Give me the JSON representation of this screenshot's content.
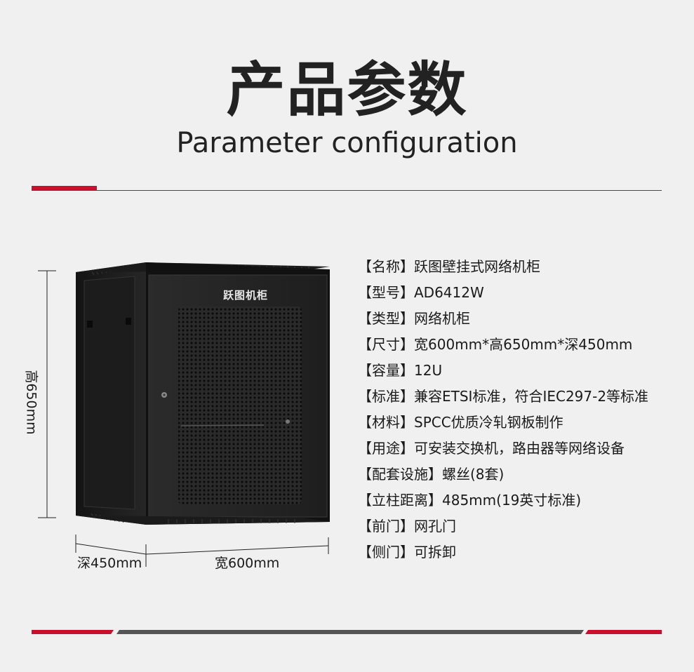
{
  "header": {
    "title_cn": "产品参数",
    "title_en": "Parameter configuration"
  },
  "product": {
    "door_logo": "跃图机柜"
  },
  "dimensions": {
    "height_label": "高650mm",
    "depth_label": "深450mm",
    "width_label": "宽600mm"
  },
  "specs": [
    {
      "text": "【名称】跃图壁挂式网络机柜"
    },
    {
      "text": "【型号】AD6412W"
    },
    {
      "text": "【类型】网络机柜"
    },
    {
      "text": "【尺寸】宽600mm*高650mm*深450mm"
    },
    {
      "text": "【容量】12U"
    },
    {
      "text": "【标准】兼容ETSI标准，符合IEC297-2等标准"
    },
    {
      "text": "【材料】SPCC优质冷轧钢板制作"
    },
    {
      "text": "【用途】可安装交换机，路由器等网络设备"
    },
    {
      "text": "【配套设施】螺丝(8套)"
    },
    {
      "text": "【立柱距离】485mm(19英寸标准)"
    },
    {
      "text": "【前门】网孔门"
    },
    {
      "text": "【侧门】可拆卸"
    }
  ],
  "colors": {
    "accent": "#c8102e",
    "bar_gray": "#555555",
    "background": "#f0f0f0"
  }
}
